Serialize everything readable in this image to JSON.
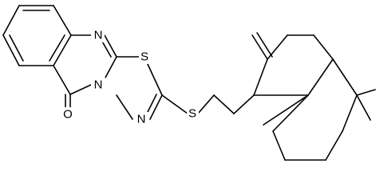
{
  "molecule": {
    "atoms": [
      {
        "id": "n-ring-top",
        "label": "N"
      },
      {
        "id": "s-thiadiazole",
        "label": "S"
      },
      {
        "id": "n-bridge",
        "label": "N"
      },
      {
        "id": "n-thiadiazole",
        "label": "N"
      },
      {
        "id": "o-carbonyl",
        "label": "O"
      },
      {
        "id": "s-thioether",
        "label": "S"
      }
    ]
  }
}
